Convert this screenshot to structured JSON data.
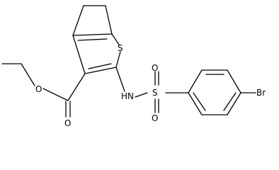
{
  "atoms": {
    "s_ring": "S",
    "o_ester_single": "O",
    "o_ester_double": "O",
    "nh": "HN",
    "s_sulfonyl": "S",
    "o_sulfonyl_top": "O",
    "o_sulfonyl_bottom": "O",
    "br": "Br"
  }
}
